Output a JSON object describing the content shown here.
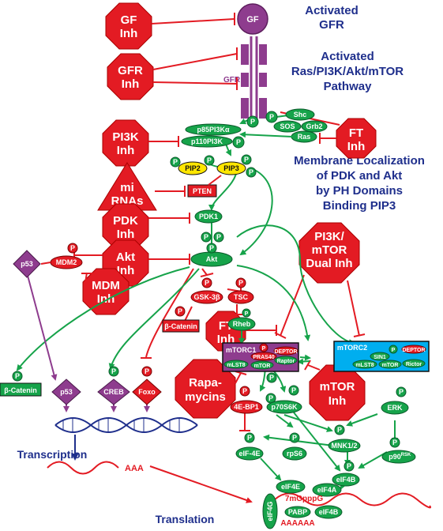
{
  "titles": {
    "activated_gfr": [
      "Activated",
      "GFR"
    ],
    "pathway": [
      "Activated",
      "Ras/PI3K/Akt/mTOR",
      "Pathway"
    ],
    "membrane": [
      "Membrane Localization",
      "of PDK and Akt",
      "by PH Domains",
      "Binding PIP3"
    ]
  },
  "inhibitors": {
    "gf_inh": [
      "GF",
      "Inh"
    ],
    "gfr_inh": [
      "GFR",
      "Inh"
    ],
    "pi3k_inh": [
      "PI3K",
      "Inh"
    ],
    "mirnas": [
      "mi",
      "RNAs"
    ],
    "pdk_inh": [
      "PDK",
      "Inh"
    ],
    "akt_inh": [
      "Akt",
      "Inh"
    ],
    "mdm_inh": [
      "MDM",
      "Inh"
    ],
    "ft_inh_top": [
      "FT",
      "Inh"
    ],
    "ft_inh_mid": [
      "FT",
      "Inh"
    ],
    "pi3k_mtor_dual": [
      "PI3K/",
      "mTOR",
      "Dual Inh"
    ],
    "rapamycins": [
      "Rapa-",
      "mycins"
    ],
    "mtor_inh": [
      "mTOR",
      "Inh"
    ]
  },
  "nodes": {
    "gf": "GF",
    "gfr_label": "GFR",
    "p": "P",
    "shc": "Shc",
    "sos": "SOS",
    "grb2": "Grb2",
    "ras": "Ras",
    "p85": "p85PI3Kα",
    "p110": "p110PI3K",
    "pip2": "PIP2",
    "pip3": "PIP3",
    "pten": "PTEN",
    "pdk1": "PDK1",
    "akt": "Akt",
    "p53": "p53",
    "mdm2": "MDM2",
    "gsk3b": "GSK-3β",
    "b_catenin": "β-Catenin",
    "tsc": "TSC",
    "rheb": "Rheb",
    "mtorc1": "mTORC1",
    "pras40": "PRAS40",
    "deptor": "DEPTOR",
    "mlst8": "mLST8",
    "mtor": "mTOR",
    "raptor": "Raptor",
    "mtorc2": "mTORC2",
    "sin1": "SIN1",
    "rictor": "Rictor",
    "creb": "CREB",
    "foxo": "Foxo",
    "ebp1": "4E-BP1",
    "p70s6k": "p70S6K",
    "erk": "ERK",
    "mnk": "MNK1/2",
    "rps6": "rpS6",
    "p90rsk": "p90",
    "p90rsk_sup": "RSK",
    "eif4e_bound": "eIF-4E",
    "eif4b": "eIF4B",
    "eif4e": "eIF4E",
    "eif4a": "eIF4A",
    "eif4g": "eIF4G",
    "cap": "7mGpppG",
    "pabp": "PABP",
    "polya": "AAAAAA",
    "aaa": "AAA"
  },
  "labels": {
    "transcription": "Transcription",
    "translation": "Translation"
  },
  "colors": {
    "inhibitor_red": "#e31b23",
    "protein_green": "#16a34a",
    "receptor_purple": "#8e3c8e",
    "lipid_yellow": "#ffe600",
    "title_navy": "#1f2f8c",
    "mtorc2_blue": "#00aeef"
  }
}
